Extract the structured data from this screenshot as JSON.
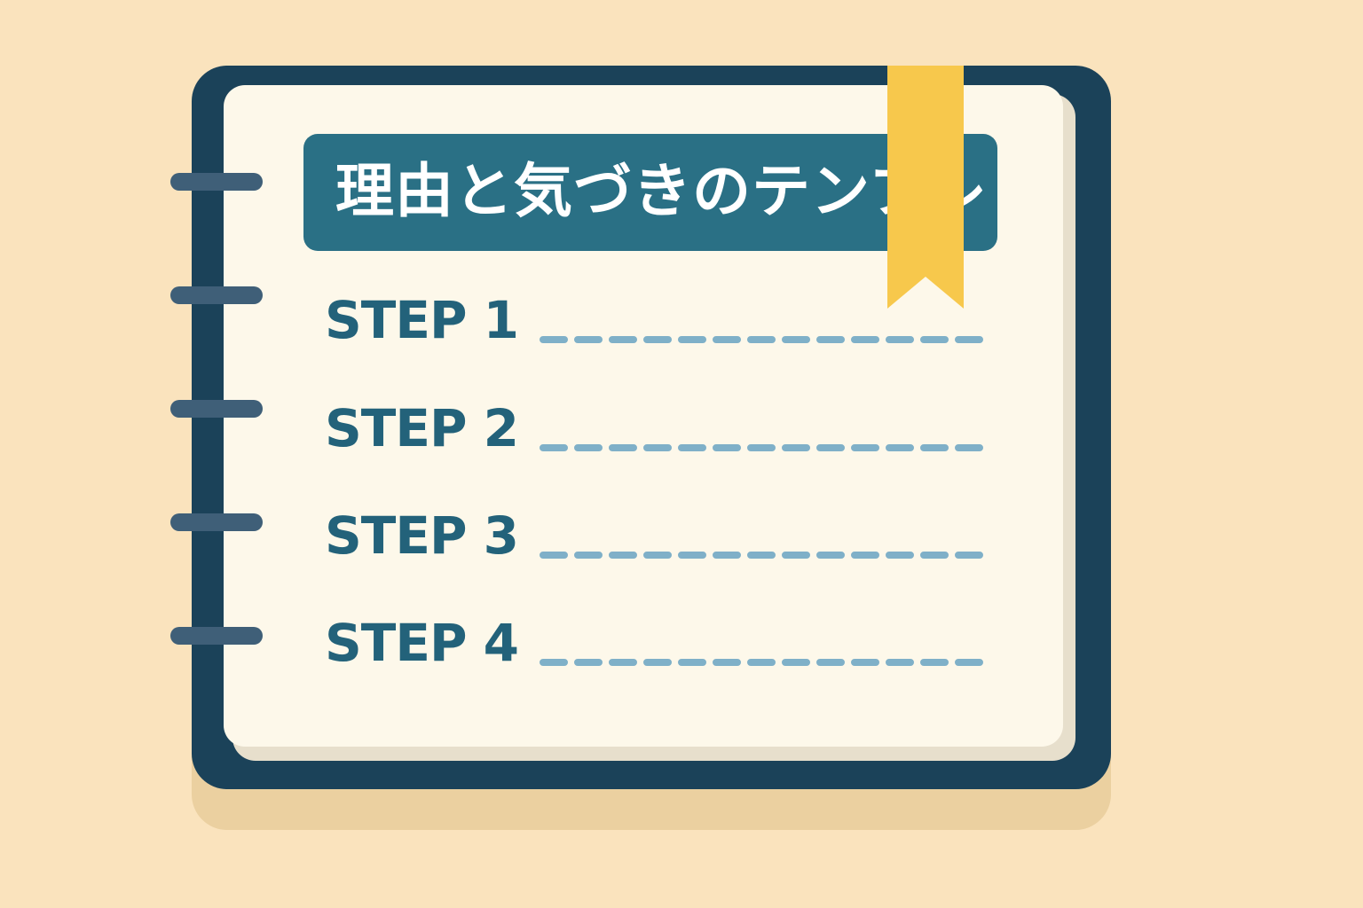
{
  "title": "理由と気づきのテンプレ",
  "steps": [
    {
      "label": "STEP 1"
    },
    {
      "label": "STEP 2"
    },
    {
      "label": "STEP 3"
    },
    {
      "label": "STEP 4"
    }
  ],
  "colors": {
    "background": "#fae3bd",
    "cover": "#1b4259",
    "page": "#fdf8ea",
    "title_bar": "#2a7085",
    "bookmark": "#f7c84c",
    "step_text": "#23627a",
    "dash_line": "#7fb0c8"
  },
  "icons": [
    "binder-ring",
    "bookmark-ribbon"
  ]
}
